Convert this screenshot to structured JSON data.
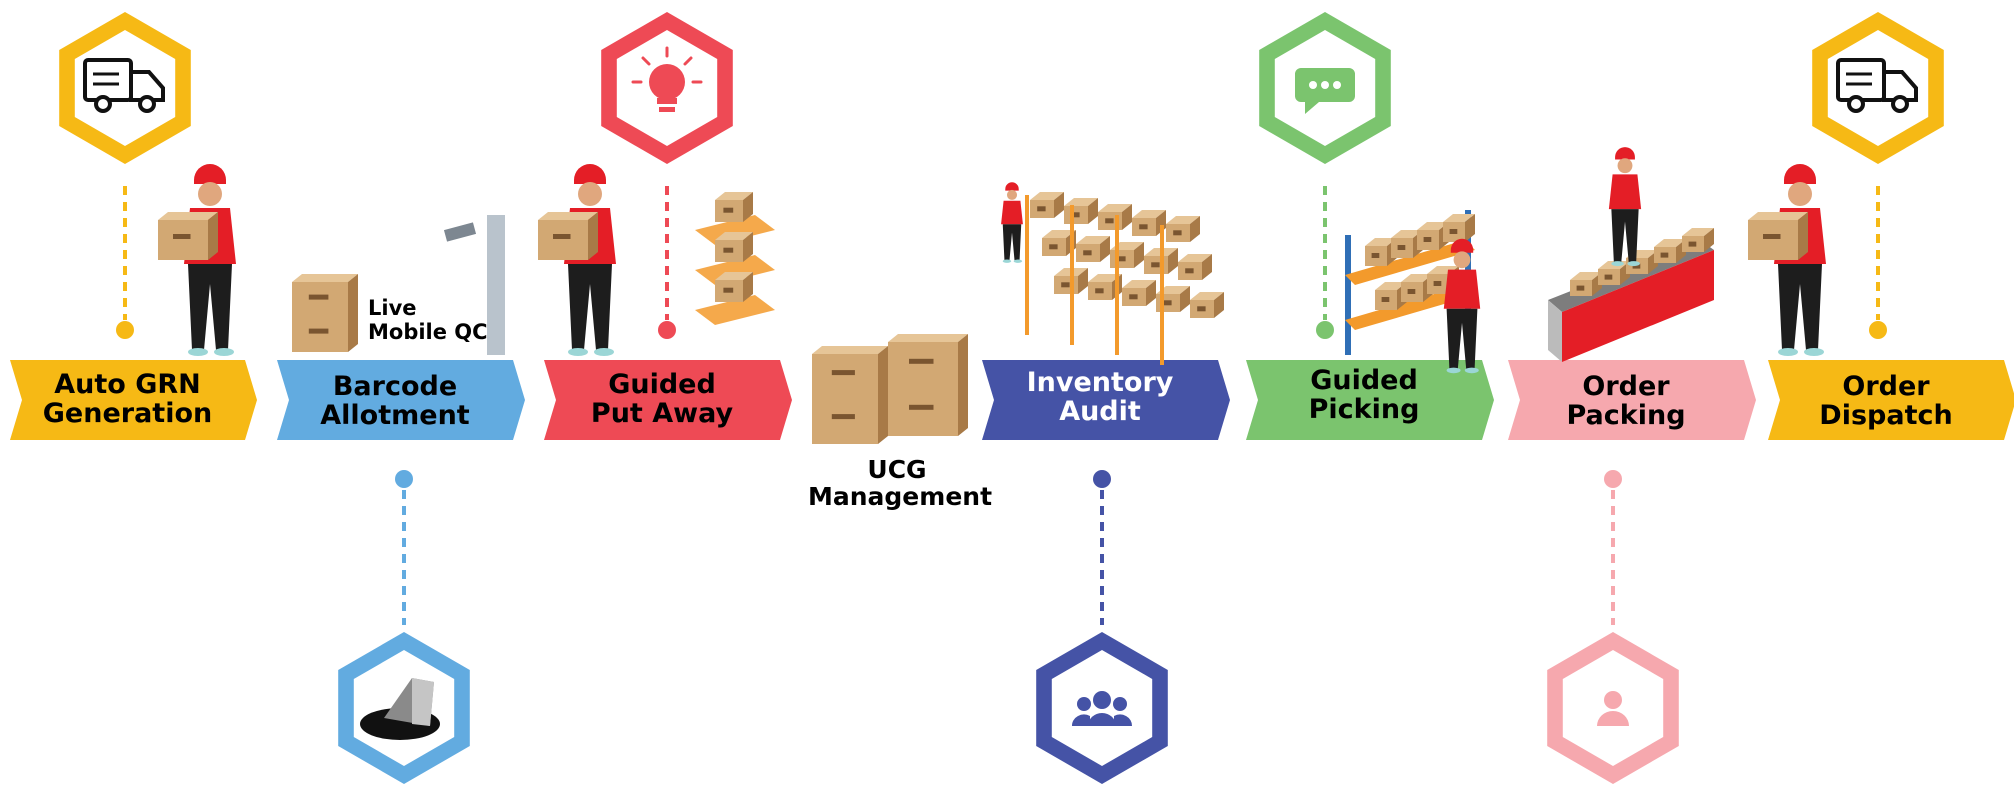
{
  "diagram": {
    "stages": [
      {
        "id": "auto-grn",
        "line1": "Auto GRN",
        "line2": "Generation",
        "color": "#F6B915",
        "text_color": "#111111",
        "icon": "truck-icon",
        "icon_position": "top"
      },
      {
        "id": "barcode",
        "line1": "Barcode",
        "line2": "Allotment",
        "color": "#62ABE0",
        "text_color": "#111111",
        "icon": "barcode-scanner-icon",
        "icon_position": "bottom"
      },
      {
        "id": "put-away",
        "line1": "Guided",
        "line2": "Put Away",
        "color": "#EE4A55",
        "text_color": "#111111",
        "icon": "lightbulb-icon",
        "icon_position": "top"
      },
      {
        "id": "inventory",
        "line1": "Inventory",
        "line2": "Audit",
        "color": "#4553A6",
        "text_color": "#ffffff",
        "icon": "users-group-icon",
        "icon_position": "bottom"
      },
      {
        "id": "picking",
        "line1": "Guided",
        "line2": "Picking",
        "color": "#7BC46E",
        "text_color": "#111111",
        "icon": "chat-bubble-icon",
        "icon_position": "top"
      },
      {
        "id": "packing",
        "line1": "Order",
        "line2": "Packing",
        "color": "#F6A8AE",
        "text_color": "#111111",
        "icon": "user-icon",
        "icon_position": "bottom"
      },
      {
        "id": "dispatch",
        "line1": "Order",
        "line2": "Dispatch",
        "color": "#F6B915",
        "text_color": "#111111",
        "icon": "truck-icon",
        "icon_position": "top"
      }
    ],
    "live_qc": {
      "line1": "Live",
      "line2": "Mobile QC"
    },
    "ucg": {
      "line1": "UCG",
      "line2": "Management"
    },
    "colors": {
      "box": "#D2A873",
      "box_dark": "#A87A47",
      "worker_shirt": "#E41E26",
      "worker_pants": "#1D1D1D",
      "shelf_orange": "#F39A2C",
      "shelf_blue": "#2F6FB6",
      "conveyor_red": "#E41E26"
    }
  }
}
